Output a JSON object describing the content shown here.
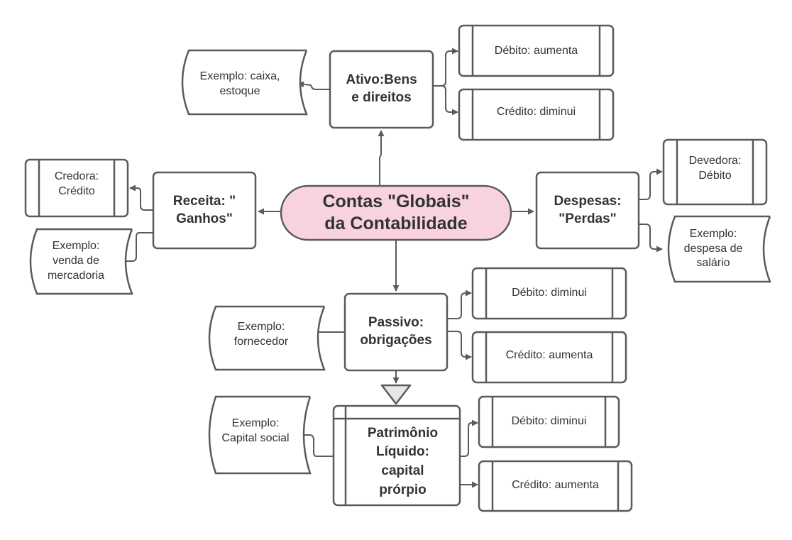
{
  "diagram": {
    "colors": {
      "stroke": "#5a5a5a",
      "center_fill": "#f8d3df",
      "box_fill": "#ffffff",
      "merge_fill": "#e6e6e6",
      "text": "#333333"
    },
    "center": {
      "label": "Contas \"Globais\"\nda Contabilidade"
    },
    "ativo": {
      "label": "Ativo:Bens\ne direitos",
      "example": "Exemplo: caixa,\nestoque",
      "debit": "Débito: aumenta",
      "credit": "Crédito: diminui"
    },
    "receita": {
      "label": "Receita: \"\nGanhos\"",
      "nature": "Credora:\nCrédito",
      "example": "Exemplo:\nvenda de\nmercadoria"
    },
    "despesas": {
      "label": "Despesas:\n\"Perdas\"",
      "nature": "Devedora:\nDébito",
      "example": "Exemplo:\ndespesa de\nsalário"
    },
    "passivo": {
      "label": "Passivo:\nobrigações",
      "example": "Exemplo:\nfornecedor",
      "debit": "Débito: diminui",
      "credit": "Crédito: aumenta"
    },
    "patrimonio": {
      "label": "Patrimônio\nLíquido:\ncapital\nprórpio",
      "example": "Exemplo:\nCapital social",
      "debit": "Débito: diminui",
      "credit": "Crédito: aumenta"
    }
  }
}
